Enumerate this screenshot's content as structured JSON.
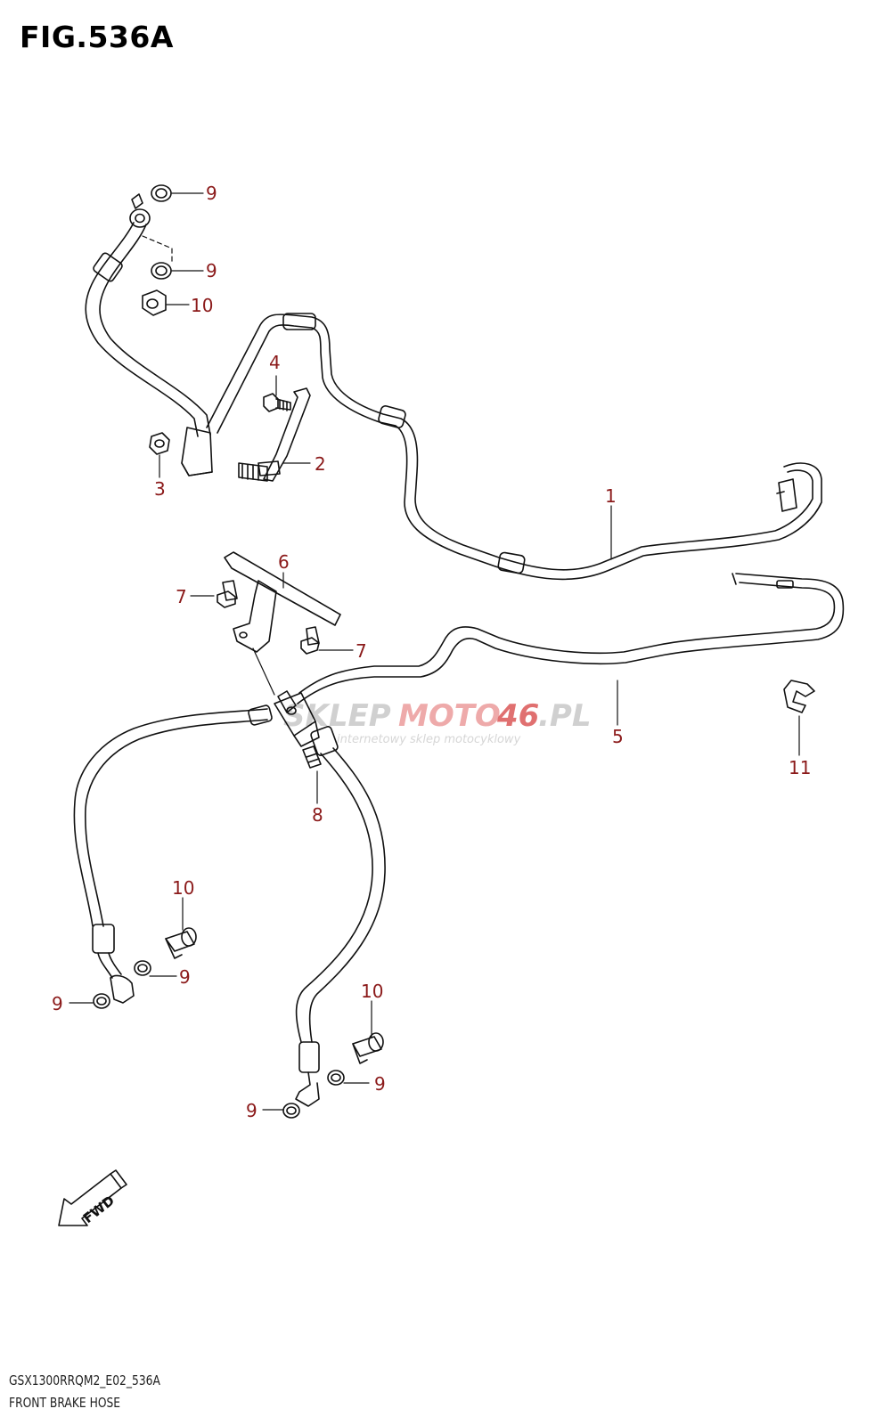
{
  "figure": {
    "title": "FIG.536A",
    "model_code": "GSX1300RRQM2_E02_536A",
    "name": "FRONT BRAKE HOSE"
  },
  "colors": {
    "line": "#111111",
    "callout": "#8b1a1a",
    "watermark_gray": "#c8c8c8",
    "watermark_red": "#e89a9a"
  },
  "watermark": {
    "part_a": "SKLEP",
    "part_b": "MOTO",
    "part_c": "46",
    "part_d": ".PL",
    "subtitle": "internetowy sklep motocyklowy"
  },
  "fwd_label": "FWD",
  "callouts": {
    "c1": "1",
    "c2": "2",
    "c3": "3",
    "c4": "4",
    "c5": "5",
    "c6": "6",
    "c7a": "7",
    "c7b": "7",
    "c8": "8",
    "c9a": "9",
    "c9b": "9",
    "c9c": "9",
    "c9d": "9",
    "c9e": "9",
    "c9f": "9",
    "c10a": "10",
    "c10b": "10",
    "c10c": "10",
    "c11": "11"
  },
  "icons": [
    "fwd-arrow-icon"
  ]
}
